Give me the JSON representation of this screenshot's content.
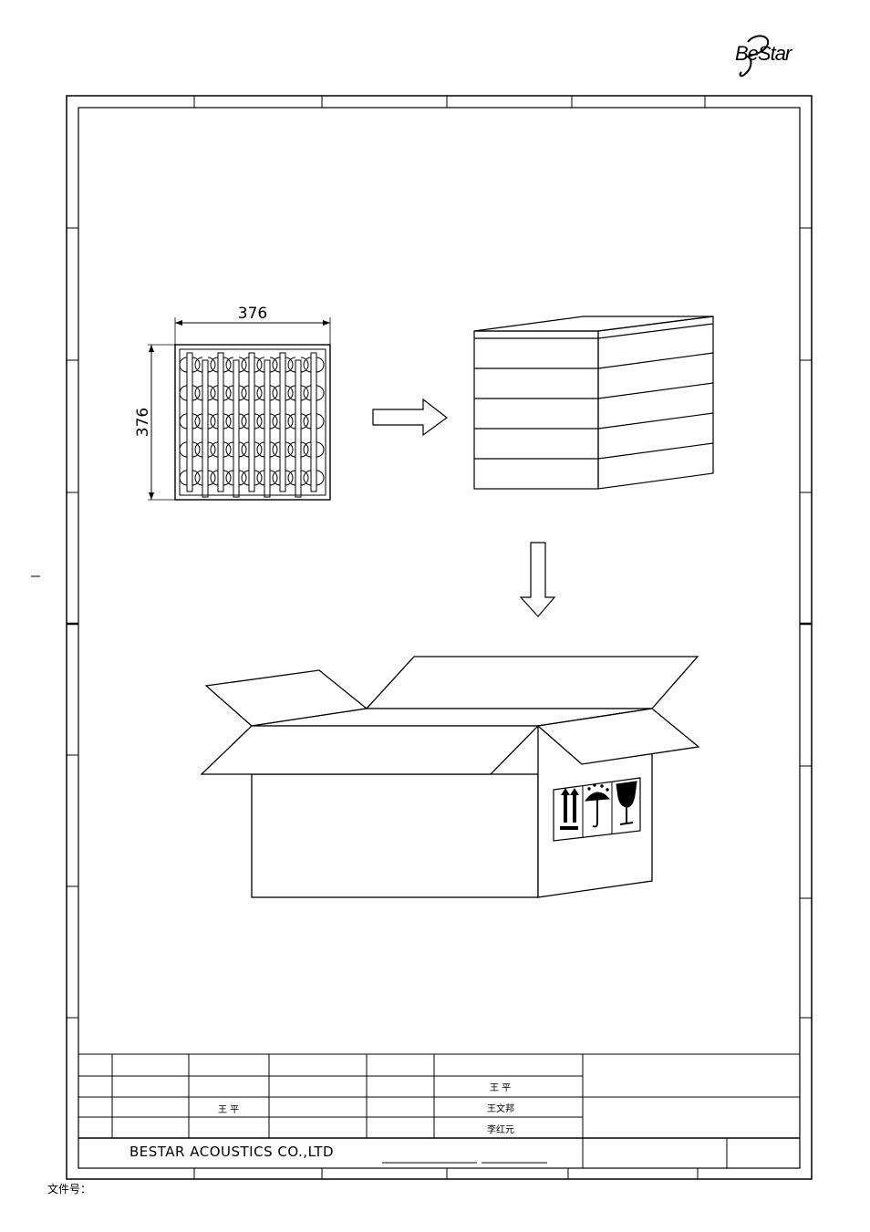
{
  "logo": {
    "text": "BeStar"
  },
  "tray": {
    "width_dim": "376",
    "height_dim": "376"
  },
  "box_labels": {
    "icons": [
      "this-way-up-icon",
      "keep-dry-icon",
      "fragile-icon"
    ]
  },
  "title_block": {
    "company": "BESTAR ACOUSTICS CO.,LTD",
    "names": {
      "col_a": "王 平",
      "row1": "王 平",
      "row2": "王文邦",
      "row3": "李红元"
    }
  },
  "footer": {
    "doc_number_label": "文件号："
  }
}
